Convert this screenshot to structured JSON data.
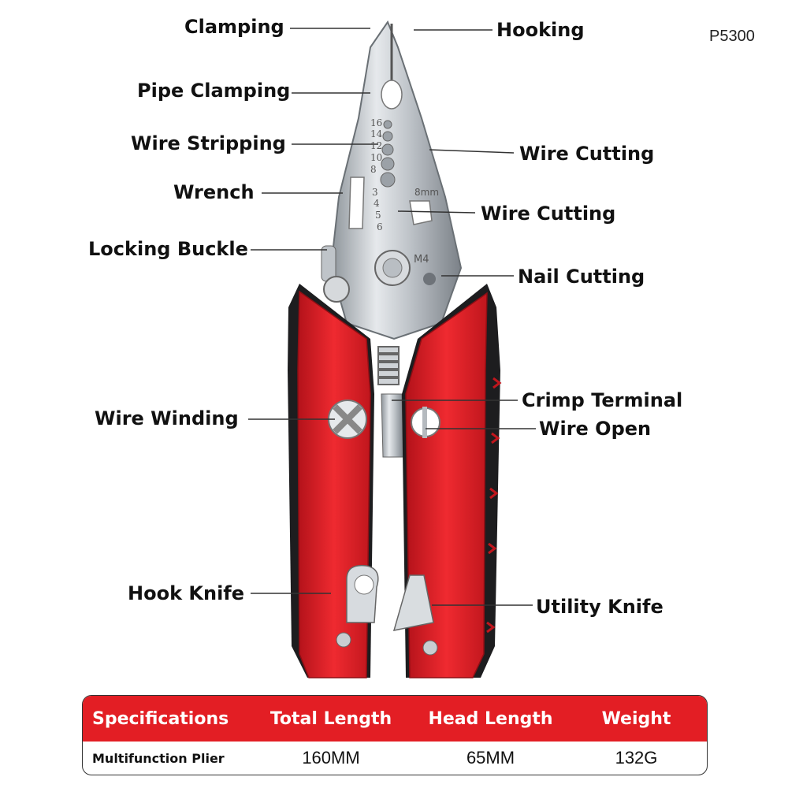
{
  "model": "P5300",
  "labels": {
    "clamping": "Clamping",
    "hooking": "Hooking",
    "pipe_clamping": "Pipe Clamping",
    "wire_stripping": "Wire Stripping",
    "wire_cutting_1": "Wire Cutting",
    "wrench": "Wrench",
    "wire_cutting_2": "Wire Cutting",
    "locking_buckle": "Locking Buckle",
    "nail_cutting": "Nail Cutting",
    "crimp_terminal": "Crimp Terminal",
    "wire_winding": "Wire Winding",
    "wire_open": "Wire Open",
    "hook_knife": "Hook Knife",
    "utility_knife": "Utility Knife"
  },
  "tool_markings": {
    "gauge_top": [
      "16",
      "14",
      "12",
      "10",
      "8"
    ],
    "gauge_bottom": [
      "3",
      "4",
      "5",
      "6"
    ],
    "size_mark": "8mm",
    "screw_mark": "M4"
  },
  "spec": {
    "headers": [
      "Specifications",
      "Total Length",
      "Head Length",
      "Weight"
    ],
    "row": [
      "Multifunction Plier",
      "160MM",
      "65MM",
      "132G"
    ]
  },
  "colors": {
    "handle_red": "#e31e24",
    "grip_black": "#1d1d1f",
    "steel": "#c9cdd1",
    "table_header": "#e31e24"
  }
}
